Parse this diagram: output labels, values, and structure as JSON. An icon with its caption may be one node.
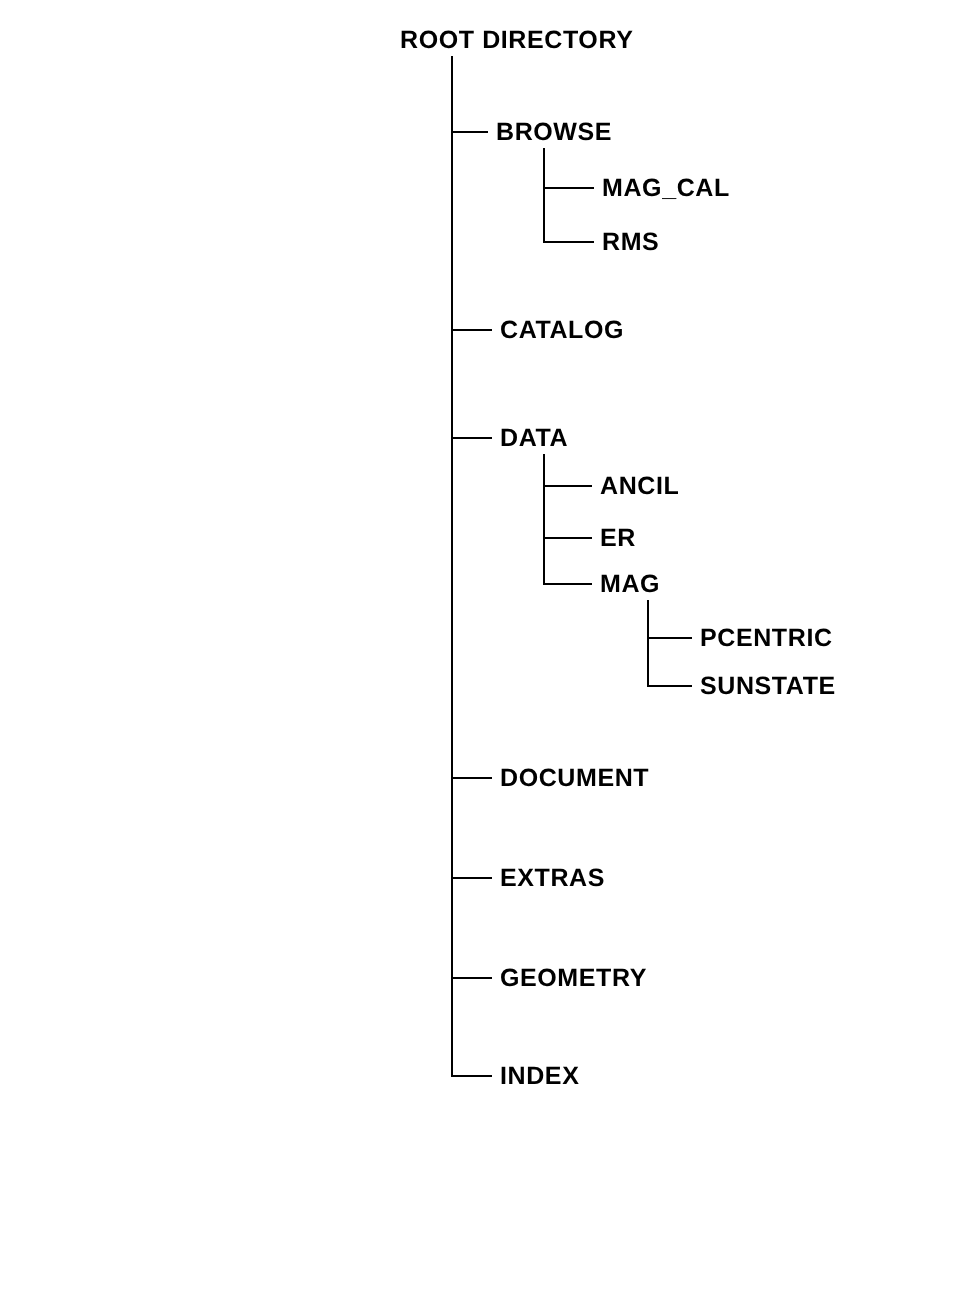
{
  "diagram": {
    "nodes": [
      {
        "text": [
          "ROOT DIRECTORY"
        ]
      },
      {
        "text": [
          "BROWSE"
        ]
      },
      {
        "text": [
          "MAG_CAL"
        ]
      },
      {
        "text": [
          "RMS"
        ]
      },
      {
        "text": [
          "CATALOG"
        ]
      },
      {
        "text": [
          "DATA"
        ]
      },
      {
        "text": [
          "ANCIL"
        ]
      },
      {
        "text": [
          "ER"
        ]
      },
      {
        "text": [
          "MAG"
        ]
      },
      {
        "text": [
          "PCENTRIC"
        ]
      },
      {
        "text": [
          "SUNSTATE"
        ]
      },
      {
        "text": [
          "DOCUMENT"
        ]
      },
      {
        "text": [
          "EXTRAS"
        ]
      },
      {
        "text": [
          "GEOMETRY"
        ]
      },
      {
        "text": [
          "INDEX"
        ]
      }
    ],
    "edges": [
      {
        "from": 0,
        "to": 1,
        "arrow": "none"
      },
      {
        "from": 0,
        "to": 4,
        "arrow": "none"
      },
      {
        "from": 0,
        "to": 5,
        "arrow": "none"
      },
      {
        "from": 0,
        "to": 11,
        "arrow": "none"
      },
      {
        "from": 0,
        "to": 12,
        "arrow": "none"
      },
      {
        "from": 0,
        "to": 13,
        "arrow": "none"
      },
      {
        "from": 0,
        "to": 14,
        "arrow": "none"
      },
      {
        "from": 1,
        "to": 2,
        "arrow": "none"
      },
      {
        "from": 1,
        "to": 3,
        "arrow": "none"
      },
      {
        "from": 5,
        "to": 6,
        "arrow": "none"
      },
      {
        "from": 5,
        "to": 7,
        "arrow": "none"
      },
      {
        "from": 5,
        "to": 8,
        "arrow": "none"
      },
      {
        "from": 8,
        "to": 9,
        "arrow": "none"
      },
      {
        "from": 8,
        "to": 10,
        "arrow": "none"
      }
    ]
  }
}
